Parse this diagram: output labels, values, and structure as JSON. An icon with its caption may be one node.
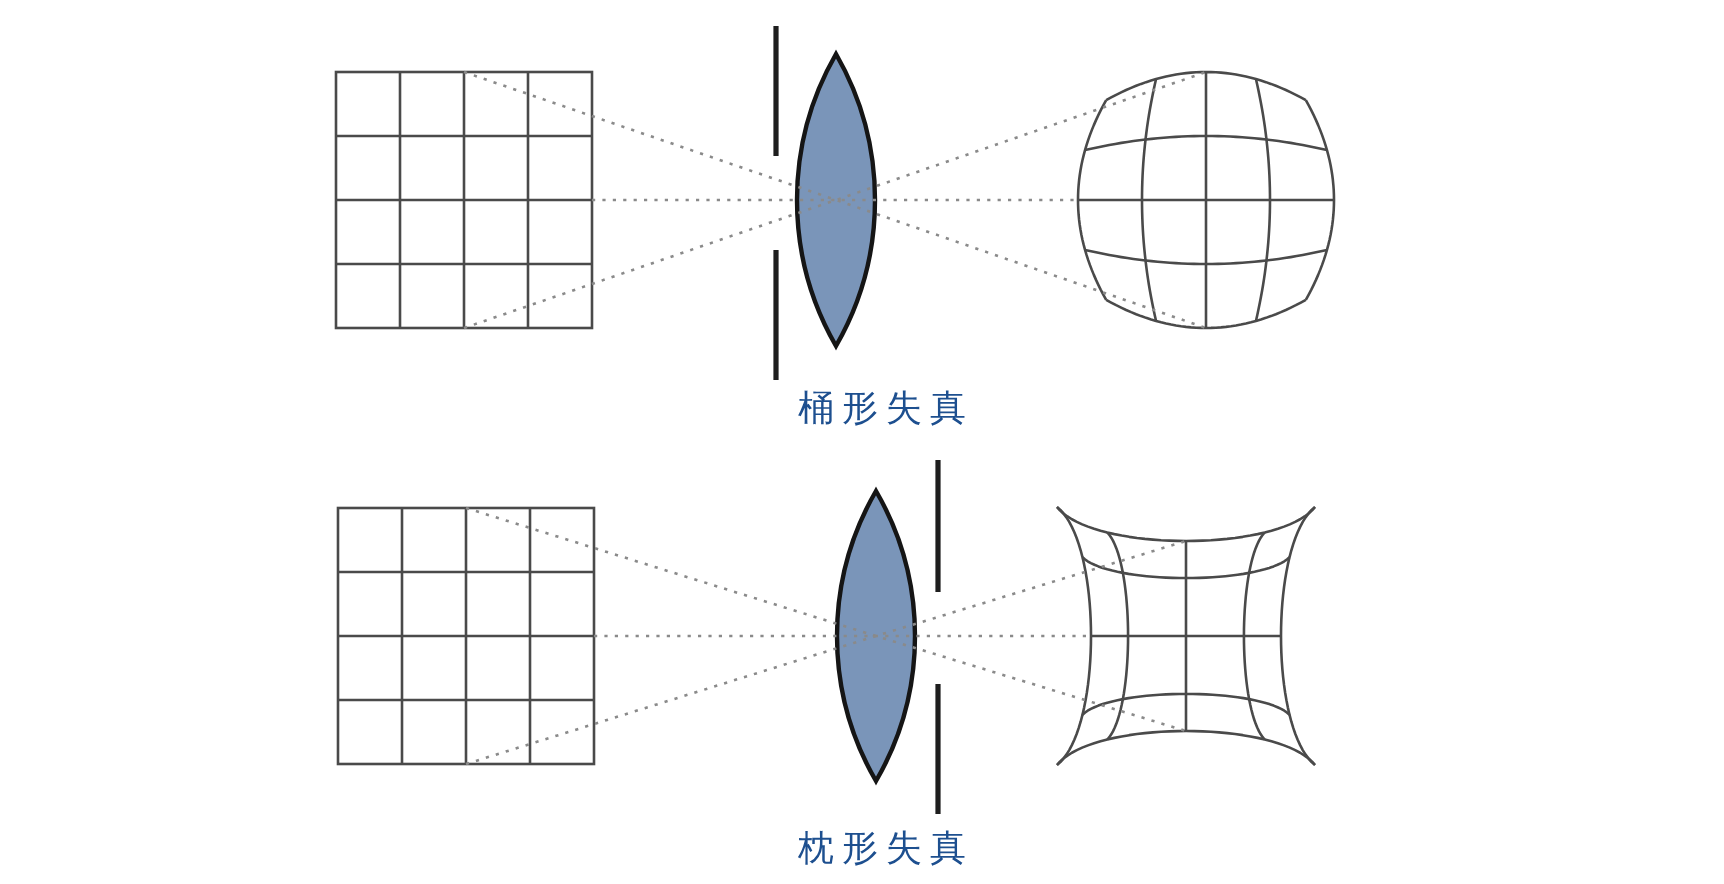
{
  "diagram": {
    "nodes": [
      {
        "text": [],
        "shape": "lens"
      },
      {
        "text": [],
        "shape": "lens"
      }
    ],
    "labels": [
      "桶形失真",
      "枕形失真"
    ]
  }
}
